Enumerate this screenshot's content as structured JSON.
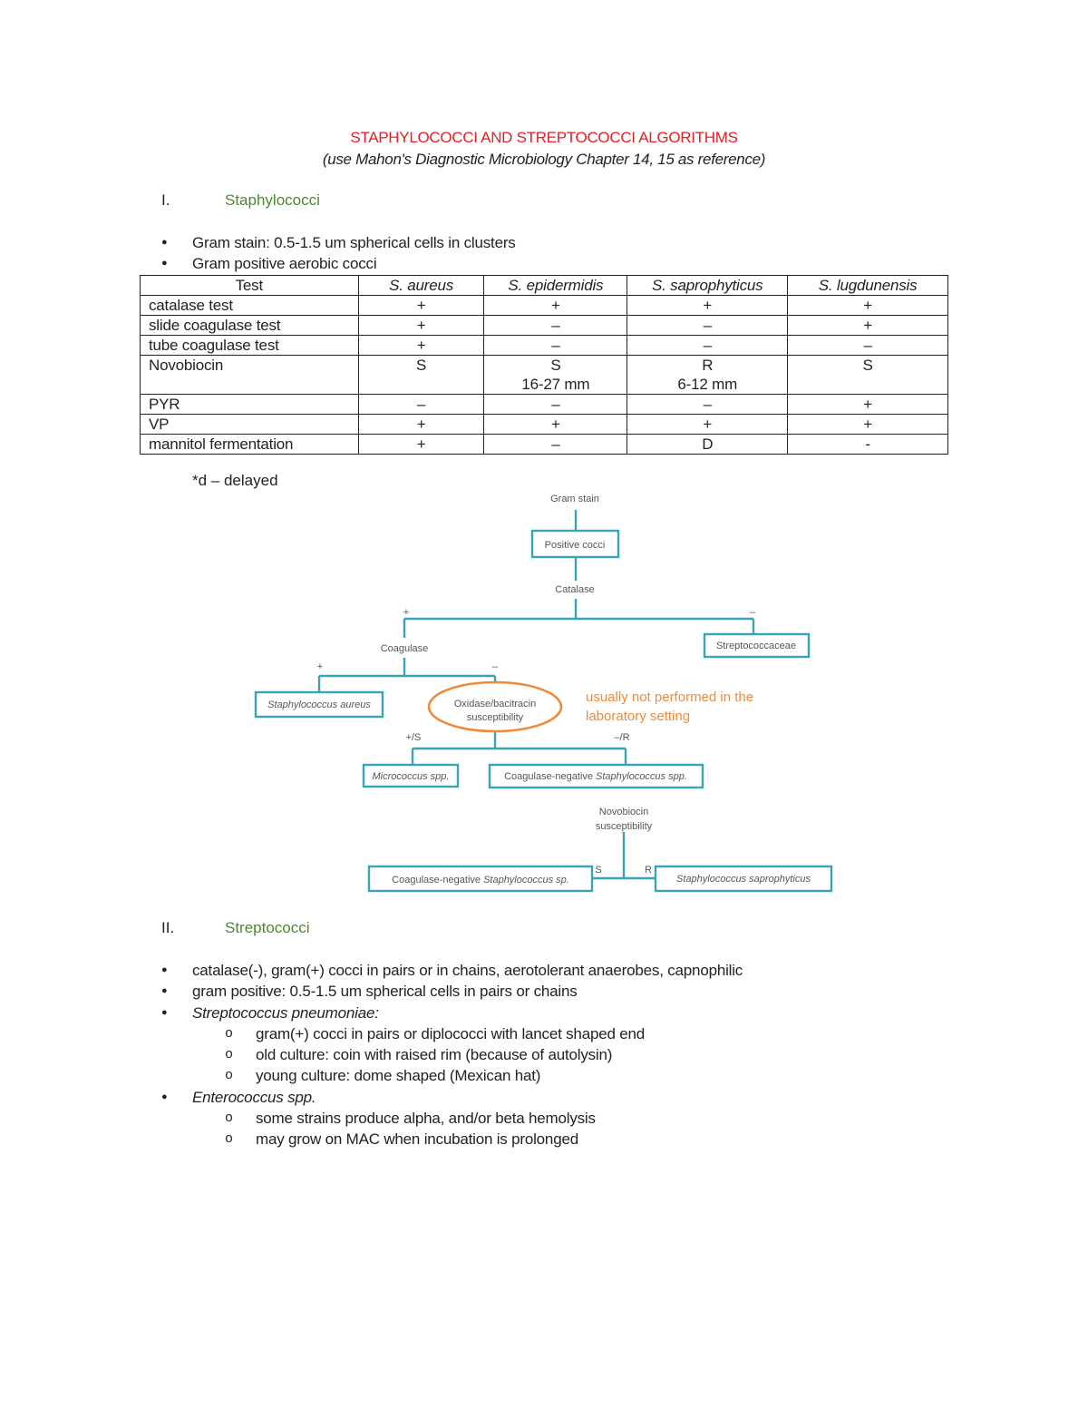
{
  "header": {
    "title": "STAPHYLOCOCCI AND STREPTOCOCCI ALGORITHMS",
    "subtitle": "(use Mahon's Diagnostic Microbiology Chapter 14, 15 as reference)"
  },
  "section1": {
    "number": "I.",
    "title": "Staphylococci",
    "bullets": [
      "Gram stain: 0.5-1.5 um spherical cells in clusters",
      "Gram positive aerobic cocci"
    ],
    "table": {
      "headers": [
        "Test",
        "S. aureus",
        "S. epidermidis",
        "S. saprophyticus",
        "S. lugdunensis"
      ],
      "rows": [
        [
          "catalase test",
          "+",
          "+",
          "+",
          "+"
        ],
        [
          "slide coagulase test",
          "+",
          "–",
          "–",
          "+"
        ],
        [
          "tube coagulase test",
          "+",
          "–",
          "–",
          "–"
        ],
        [
          "Novobiocin",
          "S",
          "S",
          "R",
          "S"
        ],
        [
          "PYR",
          "–",
          "–",
          "–",
          "+"
        ],
        [
          "VP",
          "+",
          "+",
          "+",
          "+"
        ],
        [
          "mannitol fermentation",
          "+",
          "–",
          "D",
          "-"
        ]
      ],
      "novobiocin_zones": {
        "epidermidis": "16-27 mm",
        "saprophyticus": "6-12 mm"
      }
    },
    "footnote": "*d – delayed"
  },
  "flowchart": {
    "gram_stain": "Gram stain",
    "positive_cocci": "Positive cocci",
    "catalase": "Catalase",
    "plus": "+",
    "minus": "–",
    "coagulase": "Coagulase",
    "streptococcaceae": "Streptococcaceae",
    "staph_aureus": "Staphylococcus aureus",
    "oxidase_line1": "Oxidase/bacitracin",
    "oxidase_line2": "susceptibility",
    "note_line1": "usually not performed in the",
    "note_line2": "laboratory setting",
    "plus_s": "+/S",
    "minus_r": "–/R",
    "micrococcus": "Micrococcus spp.",
    "cons_spp_prefix": "Coagulase-negative ",
    "cons_spp_genus": "Staphylococcus spp.",
    "novobiocin_line1": "Novobiocin",
    "novobiocin_line2": "susceptibility",
    "s_label": "S",
    "r_label": "R",
    "cons_sp_prefix": "Coagulase-negative ",
    "cons_sp_genus": "Staphylococcus sp.",
    "staph_sapro": "Staphylococcus saprophyticus"
  },
  "section2": {
    "number": "II.",
    "title": "Streptococci",
    "items": [
      {
        "level": 1,
        "text": "catalase(-), gram(+) cocci in pairs or in chains, aerotolerant anaerobes, capnophilic",
        "italic": false
      },
      {
        "level": 1,
        "text": "gram positive: 0.5-1.5 um spherical cells in pairs or chains",
        "italic": false
      },
      {
        "level": 1,
        "text": "Streptococcus pneumoniae:",
        "italic": true
      },
      {
        "level": 2,
        "text": "gram(+) cocci in pairs or diplococci with lancet shaped end",
        "italic": false
      },
      {
        "level": 2,
        "text": "old culture: coin with raised rim (because of autolysin)",
        "italic": false
      },
      {
        "level": 2,
        "text": "young culture: dome shaped (Mexican hat)",
        "italic": false
      },
      {
        "level": 1,
        "text": "Enterococcus spp.",
        "italic": true
      },
      {
        "level": 2,
        "text": "some strains produce alpha, and/or beta hemolysis",
        "italic": false
      },
      {
        "level": 2,
        "text": "may grow on MAC when incubation is prolonged",
        "italic": false
      }
    ]
  }
}
